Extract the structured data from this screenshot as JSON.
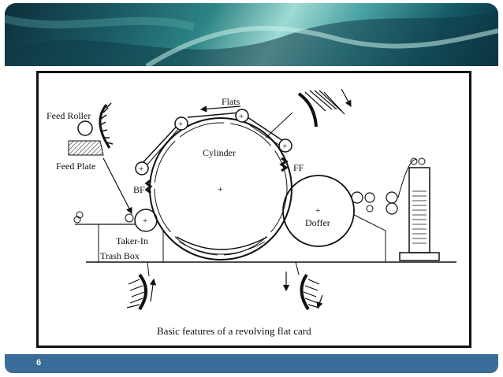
{
  "slide": {
    "page_number": "6"
  },
  "diagram": {
    "caption": "Basic features of a revolving flat card",
    "labels": {
      "feed_roller": "Feed Roller",
      "feed_plate": "Feed Plate",
      "flats": "Flats",
      "cylinder": "Cylinder",
      "ff": "FF",
      "bf": "BF",
      "doffer": "Doffer",
      "taker_in": "Taker-In",
      "trash_box": "Trash Box"
    }
  },
  "colors": {
    "footer": "#3a6c9a",
    "banner_accent": "#2d8484"
  }
}
